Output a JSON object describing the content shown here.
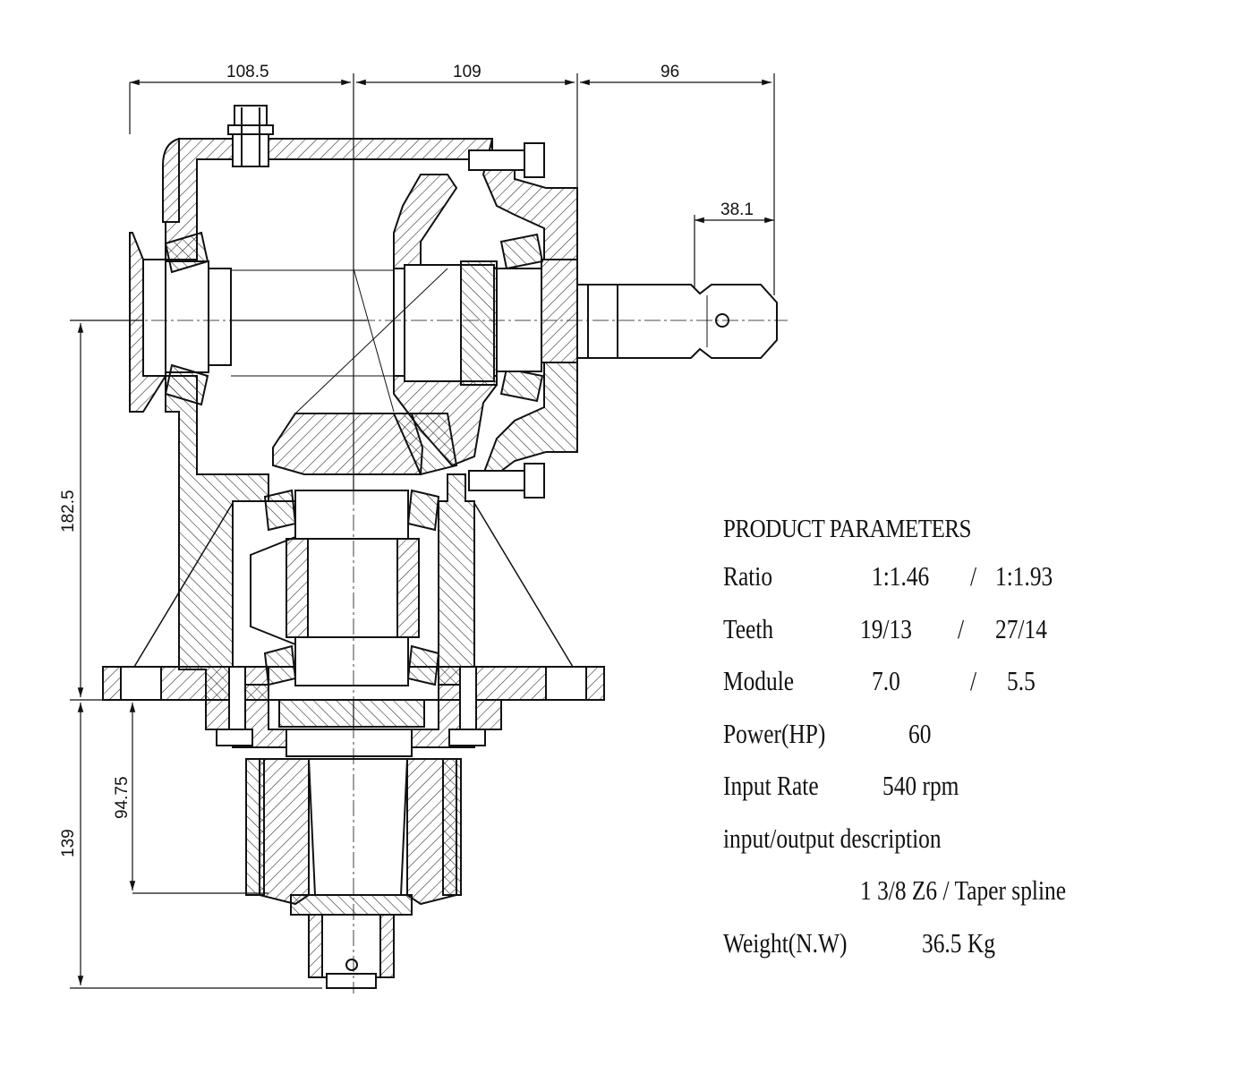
{
  "dimensions": {
    "top_left": "108.5",
    "top_mid": "109",
    "top_right": "96",
    "shaft": "38.1",
    "height_upper": "182.5",
    "height_lower": "139",
    "height_flange": "94.75"
  },
  "parameters": {
    "title": "PRODUCT PARAMETERS",
    "ratio": {
      "label": "Ratio",
      "a": "1:1.46",
      "sep": "/",
      "b": "1:1.93"
    },
    "teeth": {
      "label": "Teeth",
      "a": "19/13",
      "sep": "/",
      "b": "27/14"
    },
    "module": {
      "label": "Module",
      "a": "7.0",
      "sep": "/",
      "b": "5.5"
    },
    "power": {
      "label": "Power(HP)",
      "value": "60"
    },
    "input_rate": {
      "label": "Input Rate",
      "value": "540 rpm"
    },
    "io": {
      "label": "input/output description",
      "value": "1 3/8 Z6 / Taper spline"
    },
    "weight": {
      "label": "Weight(N.W)",
      "value": "36.5 Kg"
    }
  }
}
